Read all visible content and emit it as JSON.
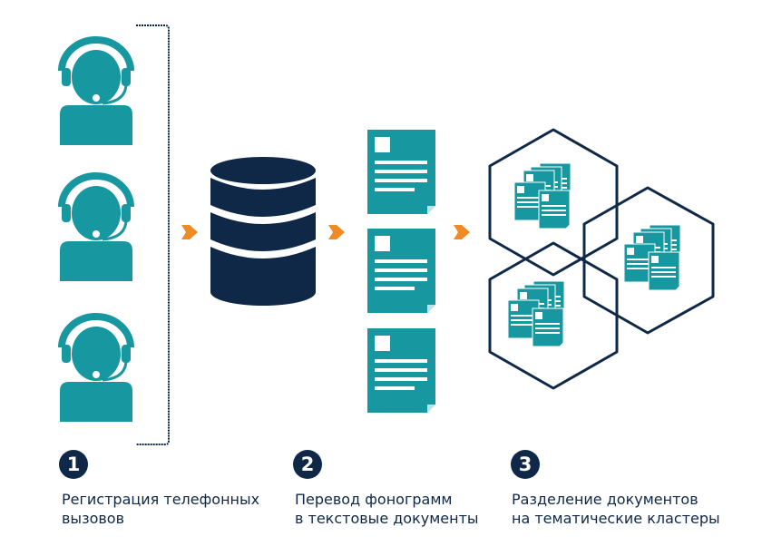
{
  "colors": {
    "teal": "#17979f",
    "navy": "#0f2848",
    "orange": "#f08a24"
  },
  "steps": [
    {
      "number": "1",
      "line1": "Регистрация телефонных",
      "line2": "вызовов"
    },
    {
      "number": "2",
      "line1": "Перевод фонограмм",
      "line2": "в текстовые документы"
    },
    {
      "number": "3",
      "line1": "Разделение документов",
      "line2": "на тематические кластеры"
    }
  ],
  "icons": {
    "operator": "headset-operator-icon",
    "database": "database-icon",
    "document": "document-icon",
    "cluster": "hexagon-cluster-icon",
    "arrow": "arrow-right-icon"
  }
}
